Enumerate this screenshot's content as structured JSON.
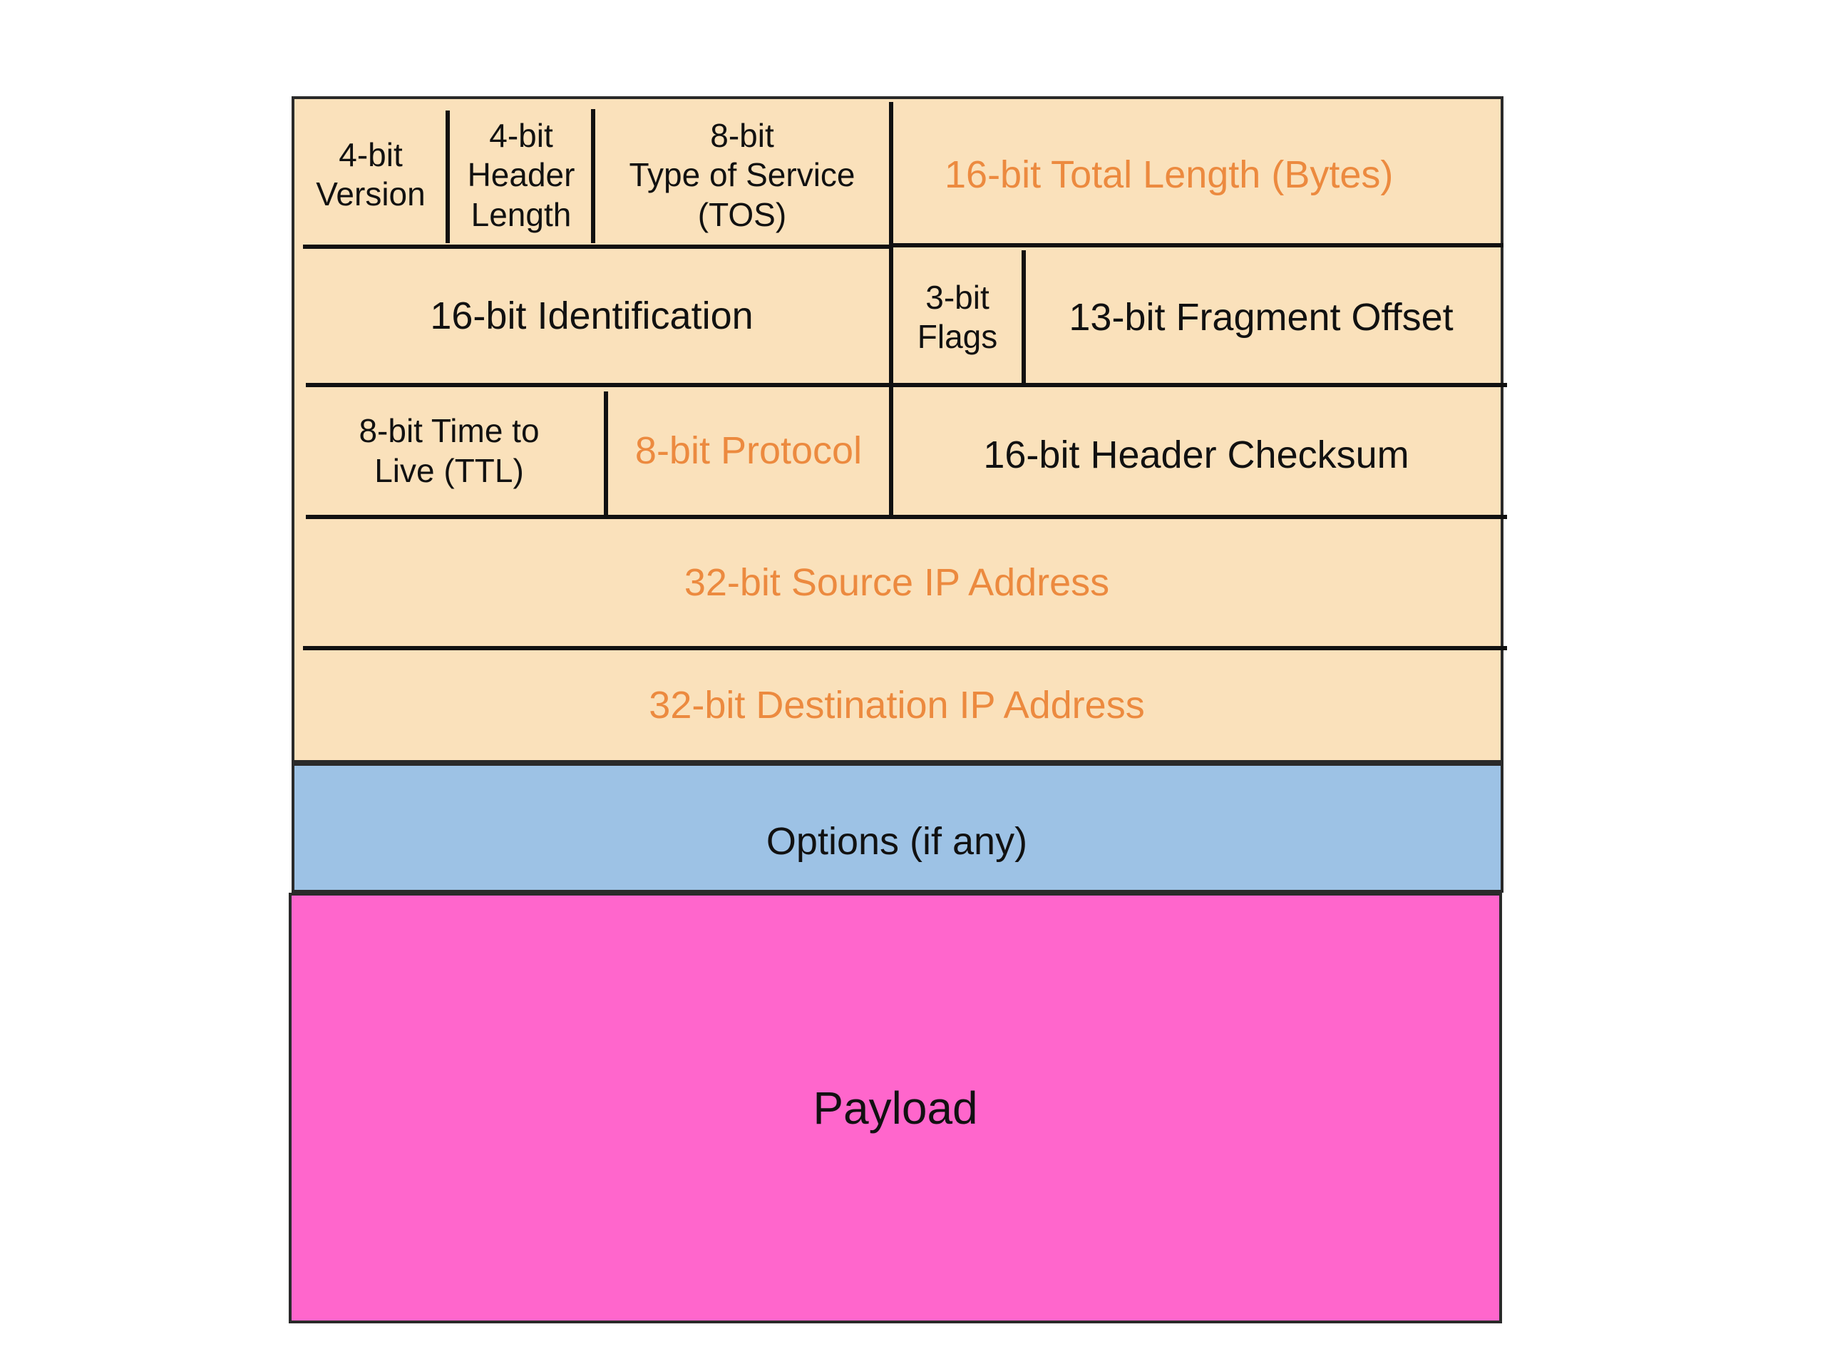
{
  "diagram": {
    "fields": {
      "version": "4-bit\nVersion",
      "header_length": "4-bit\nHeader\nLength",
      "tos": "8-bit\nType of Service\n(TOS)",
      "total_length": "16-bit Total Length (Bytes)",
      "identification": "16-bit Identification",
      "flags": "3-bit\nFlags",
      "fragment_offset": "13-bit Fragment Offset",
      "ttl": "8-bit Time to\nLive (TTL)",
      "protocol": "8-bit Protocol",
      "header_checksum": "16-bit Header Checksum",
      "source_ip": "32-bit Source IP Address",
      "destination_ip": "32-bit Destination IP Address"
    },
    "options": "Options (if any)",
    "payload": "Payload",
    "colors": {
      "header_fill": "#fae1bb",
      "options_fill": "#9dc2e5",
      "payload_fill": "#ff66cc",
      "highlight_text": "#ec8a3f",
      "normal_text": "#111111"
    }
  }
}
